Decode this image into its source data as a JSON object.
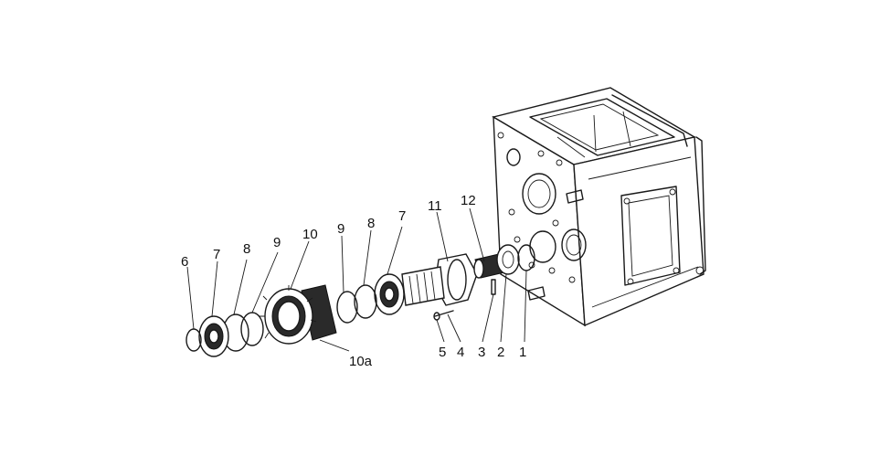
{
  "labels": {
    "l1": "1",
    "l2": "2",
    "l3": "3",
    "l4": "4",
    "l5": "5",
    "l6": "6",
    "l7a": "7",
    "l7b": "7",
    "l8a": "8",
    "l8b": "8",
    "l9a": "9",
    "l9b": "9",
    "l10": "10",
    "l10a": "10a",
    "l11": "11",
    "l12": "12"
  }
}
